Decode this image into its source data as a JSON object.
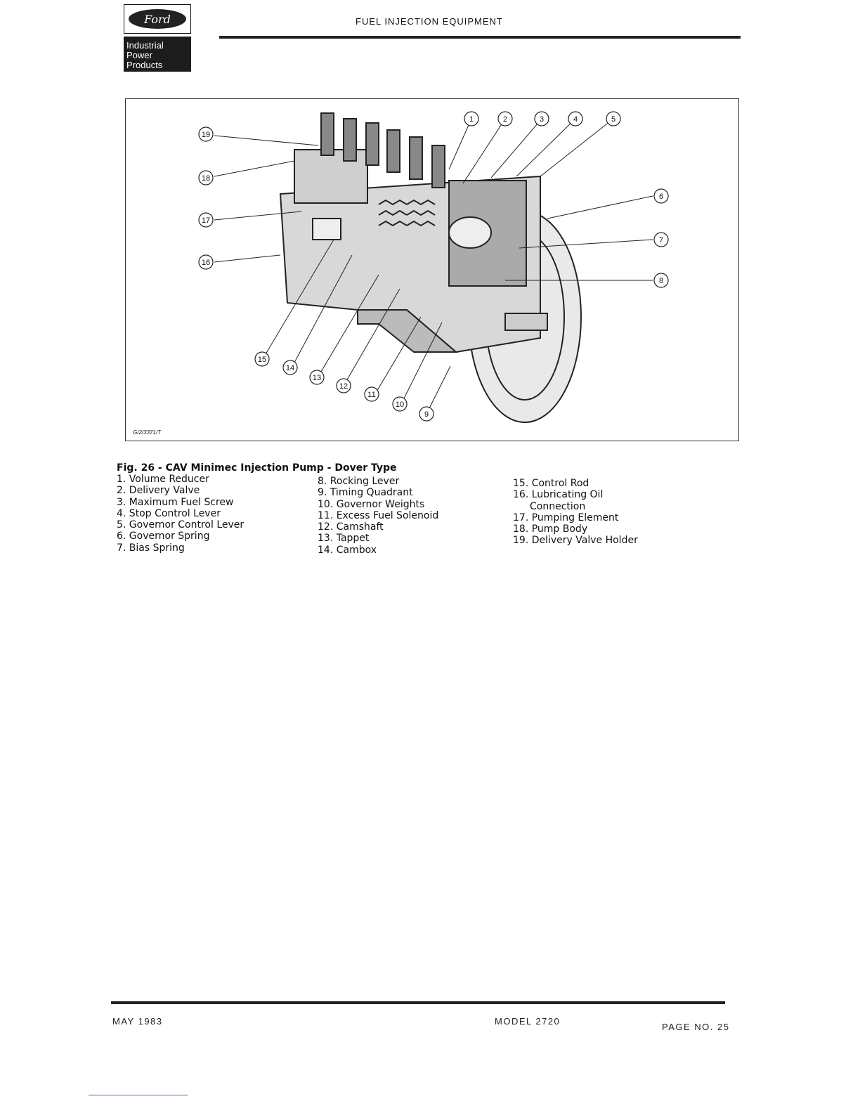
{
  "header": {
    "logo_brand": "Ford",
    "logo_lines": [
      "Industrial",
      "Power",
      "Products"
    ],
    "title": "FUEL INJECTION EQUIPMENT"
  },
  "figure": {
    "code": "G/2/3371/T",
    "callouts": [
      "1",
      "2",
      "3",
      "4",
      "5",
      "6",
      "7",
      "8",
      "9",
      "10",
      "11",
      "12",
      "13",
      "14",
      "15",
      "16",
      "17",
      "18",
      "19"
    ]
  },
  "caption": "Fig. 26 - CAV Minimec Injection Pump - Dover Type",
  "legend": {
    "col1": [
      "1. Volume Reducer",
      "2. Delivery Valve",
      "3. Maximum Fuel Screw",
      "4. Stop Control Lever",
      "5. Governor Control Lever",
      "6. Governor Spring",
      "7. Bias Spring"
    ],
    "col2": [
      "8. Rocking Lever",
      "9. Timing Quadrant",
      "10. Governor Weights",
      "11. Excess Fuel Solenoid",
      "12. Camshaft",
      "13. Tappet",
      "14. Cambox"
    ],
    "col3": [
      "15. Control Rod",
      "16. Lubricating Oil",
      "Connection",
      "17. Pumping Element",
      "18. Pump Body",
      "19. Delivery Valve Holder"
    ]
  },
  "footer": {
    "date": "MAY 1983",
    "model": "MODEL 2720",
    "page": "PAGE NO. 25"
  }
}
